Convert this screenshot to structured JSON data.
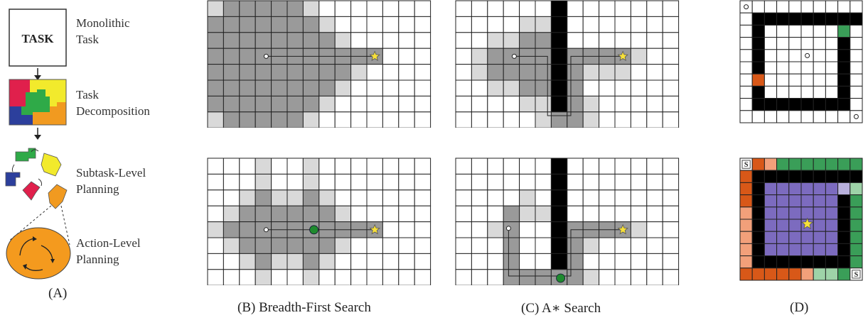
{
  "panel_a": {
    "task_box_text": "TASK",
    "stages": [
      {
        "line1": "Monolithic",
        "line2": "Task"
      },
      {
        "line1": "Task",
        "line2": "Decomposition"
      },
      {
        "line1": "Subtask-Level",
        "line2": "Planning"
      },
      {
        "line1": "Action-Level",
        "line2": "Planning"
      }
    ]
  },
  "captions": {
    "a": "(A)",
    "b": "(B) Breadth-First Search",
    "c": "(C) A∗ Search",
    "d": "(D)"
  },
  "grid_legend": {
    "explored_color": "#9a9a9a",
    "frontier_color": "#d9d9d9",
    "wall_color": "#000000",
    "goal_marker": "star-icon",
    "start_marker": "small-circle-icon",
    "subgoal_marker": "green-circle-icon",
    "goal_color": "#f7e03a",
    "subgoal_color": "#1f8a2e"
  },
  "panel_d": {
    "start_label": "S",
    "colors": {
      "orange": "#d85818",
      "light_orange": "#f2a07a",
      "green": "#3a9e58",
      "light_green": "#9ed3a8",
      "purple": "#7c6bbf",
      "light_purple": "#b8b0dc"
    }
  }
}
